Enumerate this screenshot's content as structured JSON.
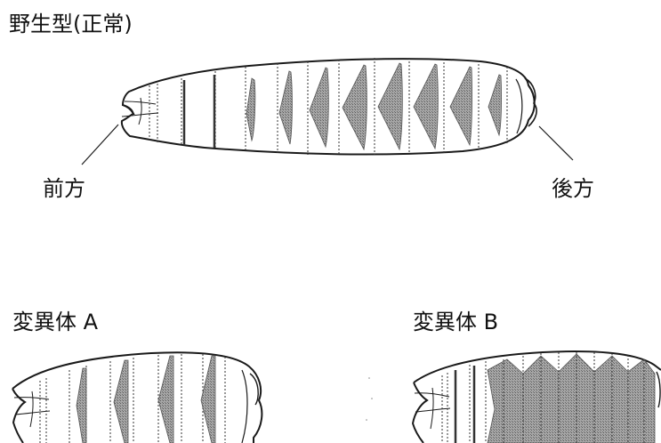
{
  "labels": {
    "wild_type": "野生型(正常)",
    "anterior": "前方",
    "posterior": "後方",
    "mutant_a": "変異体 A",
    "mutant_b": "変異体 B"
  },
  "colors": {
    "outline": "#1a1a1a",
    "band_fill": "#8f8f8f",
    "background": "#ffffff"
  },
  "embryos": {
    "wild_type": {
      "segment_count": 11,
      "shaded_bands": 8,
      "band_style": "separate wedges"
    },
    "mutant_a": {
      "shaded_bands": 4,
      "band_style": "separate wedges, every other segment"
    },
    "mutant_b": {
      "shaded_bands": 8,
      "band_style": "fused continuous band"
    }
  }
}
